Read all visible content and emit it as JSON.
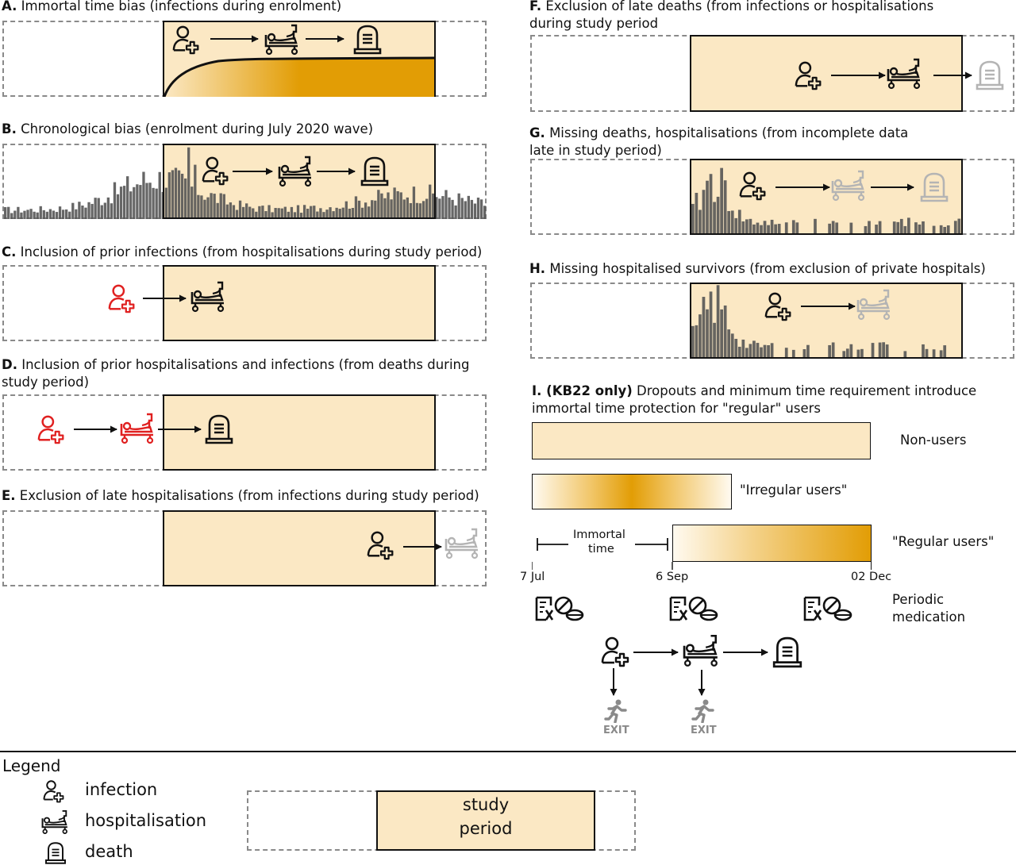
{
  "panels": {
    "A": {
      "letter": "A.",
      "text": "Immortal time bias (infections during enrolment)"
    },
    "B": {
      "letter": "B.",
      "text": "Chronological bias (enrolment during July 2020 wave)"
    },
    "C": {
      "letter": "C.",
      "text": "Inclusion of prior infections (from hospitalisations during study period)"
    },
    "D": {
      "letter": "D.",
      "line1": "Inclusion of prior hospitalisations and infections (from deaths during",
      "line2": "study period)"
    },
    "E": {
      "letter": "E.",
      "text": "Exclusion of late hospitalisations (from infections during study period)"
    },
    "F": {
      "letter": "F.",
      "line1": "Exclusion of late deaths (from infections or hospitalisations",
      "line2": "during study period"
    },
    "G": {
      "letter": "G.",
      "line1": "Missing deaths, hospitalisations (from incomplete data",
      "line2": "late in study period)"
    },
    "H": {
      "letter": "H.",
      "text": "Missing hospitalised survivors (from exclusion of private hospitals)"
    },
    "I": {
      "letter": "I. (KB22 only)",
      "line1": "Dropouts and minimum time requirement introduce",
      "line2": "immortal time protection for \"regular\" users",
      "non_users": "Non-users",
      "irregular": "\"Irregular users\"",
      "regular": "\"Regular users\"",
      "immortal_1": "Immortal",
      "immortal_2": "time",
      "tick_jul": "7 Jul",
      "tick_sep": "6 Sep",
      "tick_dec": "02 Dec",
      "periodic_1": "Periodic",
      "periodic_2": "medication",
      "exit": "EXIT"
    }
  },
  "legend": {
    "title": "Legend",
    "infection": "infection",
    "hospitalisation": "hospitalisation",
    "death": "death",
    "study_1": "study",
    "study_2": "period"
  },
  "colors": {
    "study_fill": "#fbe8c4",
    "amber": "#e29d05",
    "red": "#e02020",
    "grey": "#b4b4b4",
    "bars": "#555555"
  },
  "icons": [
    "infection-icon",
    "hospitalisation-icon",
    "death-icon",
    "medication-icon",
    "exit-icon",
    "arrow-icon"
  ]
}
